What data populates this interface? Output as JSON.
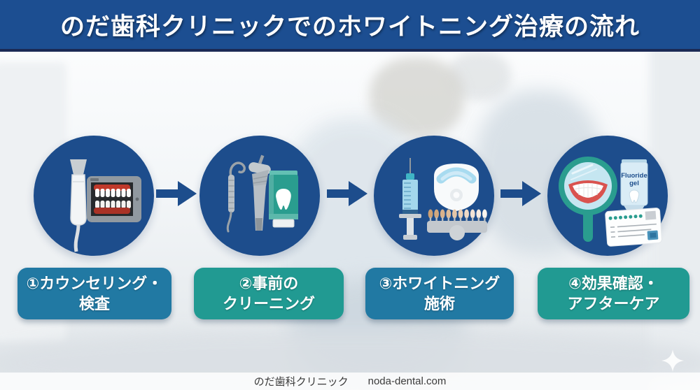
{
  "header": {
    "title": "のだ歯科クリニックでのホワイトニング治療の流れ"
  },
  "steps": [
    {
      "number": "1",
      "line1": "①カウンセリング・",
      "line2": "検査",
      "icon": "intraoral-scanner-and-teeth-tablet",
      "box_color": "#2179a3"
    },
    {
      "number": "2",
      "line1": "②事前の",
      "line2": "クリーニング",
      "icon": "scaler-drill-toothpaste",
      "box_color": "#219a92"
    },
    {
      "number": "3",
      "line1": "③ホワイトニング",
      "line2": "施術",
      "icon": "syringe-whitening-tray-shade-guide",
      "box_color": "#2179a3"
    },
    {
      "number": "4",
      "line1": "④効果確認・",
      "line2": "アフターケア",
      "icon": "hand-mirror-fluoride-gel-card",
      "box_color": "#219a92",
      "tube_label_line1": "Fluoride",
      "tube_label_line2": "gel"
    }
  ],
  "colors": {
    "header_bg": "#1c4e91",
    "header_border": "#1b2a55",
    "circle_fill": "#1d4d8c",
    "arrow_fill": "#1d4d8c",
    "box_blue": "#2179a3",
    "box_teal": "#219a92",
    "mirror_teal": "#2a9d8f"
  },
  "footer": {
    "clinic_name": "のだ歯科クリニック",
    "website": "noda-dental.com"
  }
}
